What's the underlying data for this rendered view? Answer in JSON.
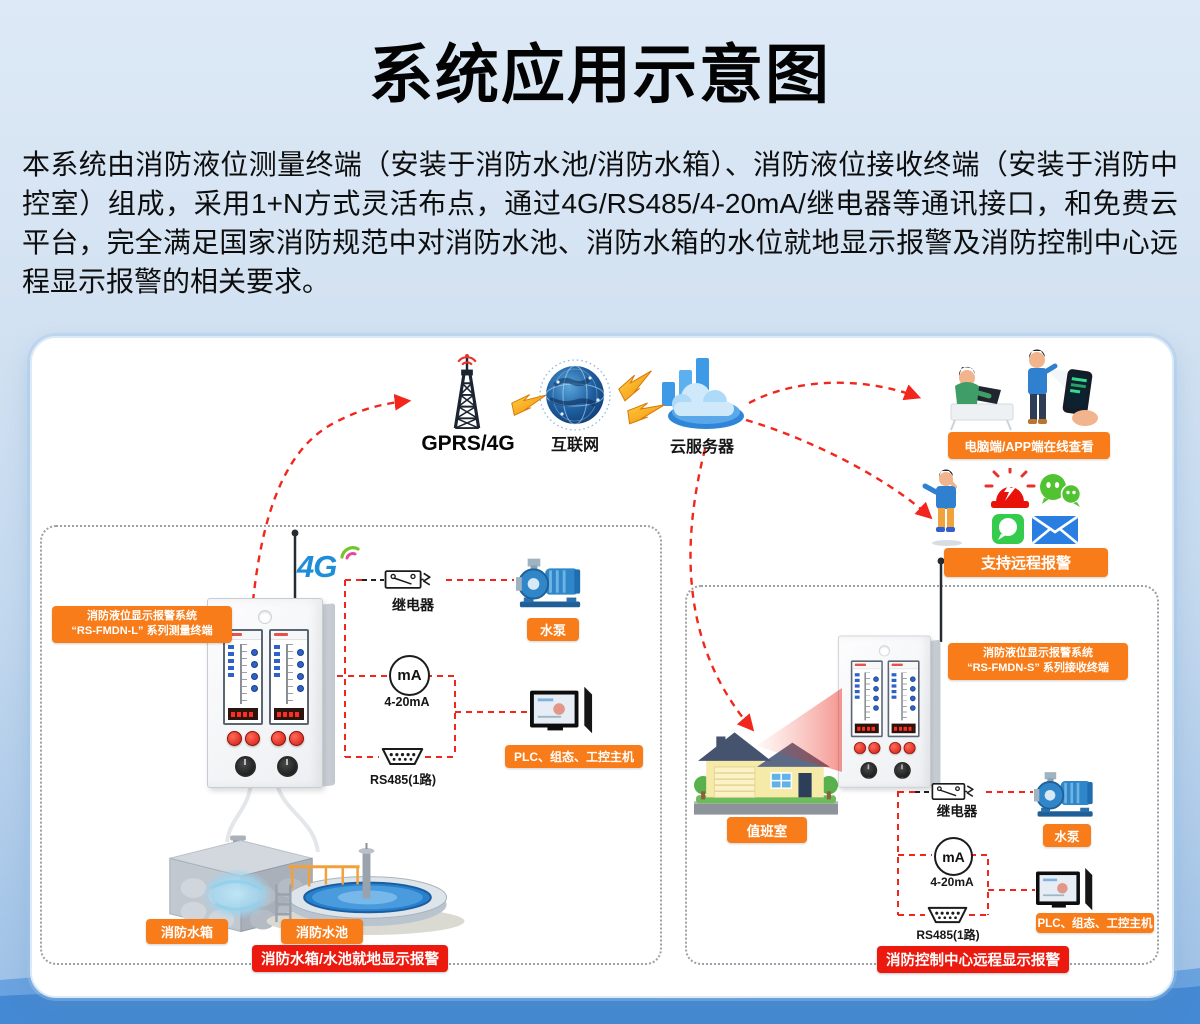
{
  "title": "系统应用示意图",
  "description": "本系统由消防液位测量终端（安装于消防水池/消防水箱）、消防液位接收终端（安装于消防中控室）组成，采用1+N方式灵活布点，通过4G/RS485/4-20mA/继电器等通讯接口，和免费云平台，完全满足国家消防规范中对消防水池、消防水箱的水位就地显示报警及消防控制中心远程显示报警的相关要求。",
  "network": {
    "gprs": "GPRS/4G",
    "internet": "互联网",
    "cloud": "云服务器"
  },
  "remote": {
    "online": "电脑端/APP端在线查看",
    "alarm": "支持远程报警"
  },
  "left": {
    "device_line1": "消防液位显示报警系统",
    "device_line2": "“RS-FMDN-L” 系列测量终端",
    "logo4g": "4G",
    "relay": "继电器",
    "pump": "水泵",
    "ma": "mA",
    "ma_label": "4-20mA",
    "rs485": "RS485(1路)",
    "plc": "PLC、组态、工控主机",
    "tank": "消防水箱",
    "pool": "消防水池",
    "zone": "消防水箱/水池就地显示报警"
  },
  "right": {
    "device_line1": "消防液位显示报警系统",
    "device_line2": "“RS-FMDN-S” 系列接收终端",
    "house": "值班室",
    "relay": "继电器",
    "pump": "水泵",
    "ma": "mA",
    "ma_label": "4-20mA",
    "rs485": "RS485(1路)",
    "plc": "PLC、组态、工控主机",
    "zone": "消防控制中心远程显示报警"
  },
  "colors": {
    "badge_orange": "#f87d1a",
    "badge_red": "#ec1a0e",
    "line_red": "#f2261c",
    "logo_blue": "#1e8ed8"
  }
}
